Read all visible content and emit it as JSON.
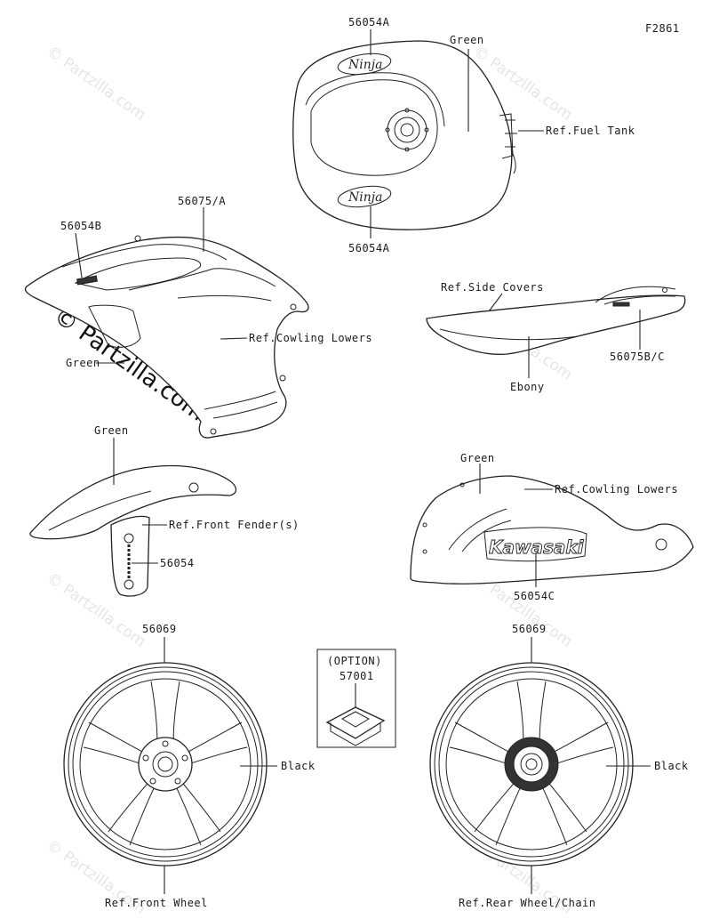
{
  "figure_id": "F2861",
  "watermark": {
    "text": "© Partzilla.com",
    "big_text": "© Partzilla.com"
  },
  "labels": {
    "tank_top_part": "56054A",
    "tank_color": "Green",
    "ref_fuel_tank": "Ref.Fuel Tank",
    "tank_bottom_part": "56054A",
    "cowl_part_b": "56054B",
    "cowl_part_a": "56075/A",
    "ref_cowling_lowers_1": "Ref.Cowling Lowers",
    "cowl_color": "Green",
    "ref_side_covers": "Ref.Side Covers",
    "side_part": "56075B/C",
    "side_color": "Ebony",
    "fender_color": "Green",
    "ref_front_fender": "Ref.Front Fender(s)",
    "fender_part": "56054",
    "lower_color": "Green",
    "ref_cowling_lowers_2": "Ref.Cowling Lowers",
    "lower_part": "56054C",
    "lower_brand": "Kawasaki",
    "front_wheel_part": "56069",
    "option_label": "(OPTION)",
    "option_part": "57001",
    "front_wheel_color": "Black",
    "ref_front_wheel": "Ref.Front Wheel",
    "rear_wheel_part": "56069",
    "rear_wheel_color": "Black",
    "ref_rear_wheel": "Ref.Rear Wheel/Chain",
    "tank_logo": "Ninja"
  }
}
